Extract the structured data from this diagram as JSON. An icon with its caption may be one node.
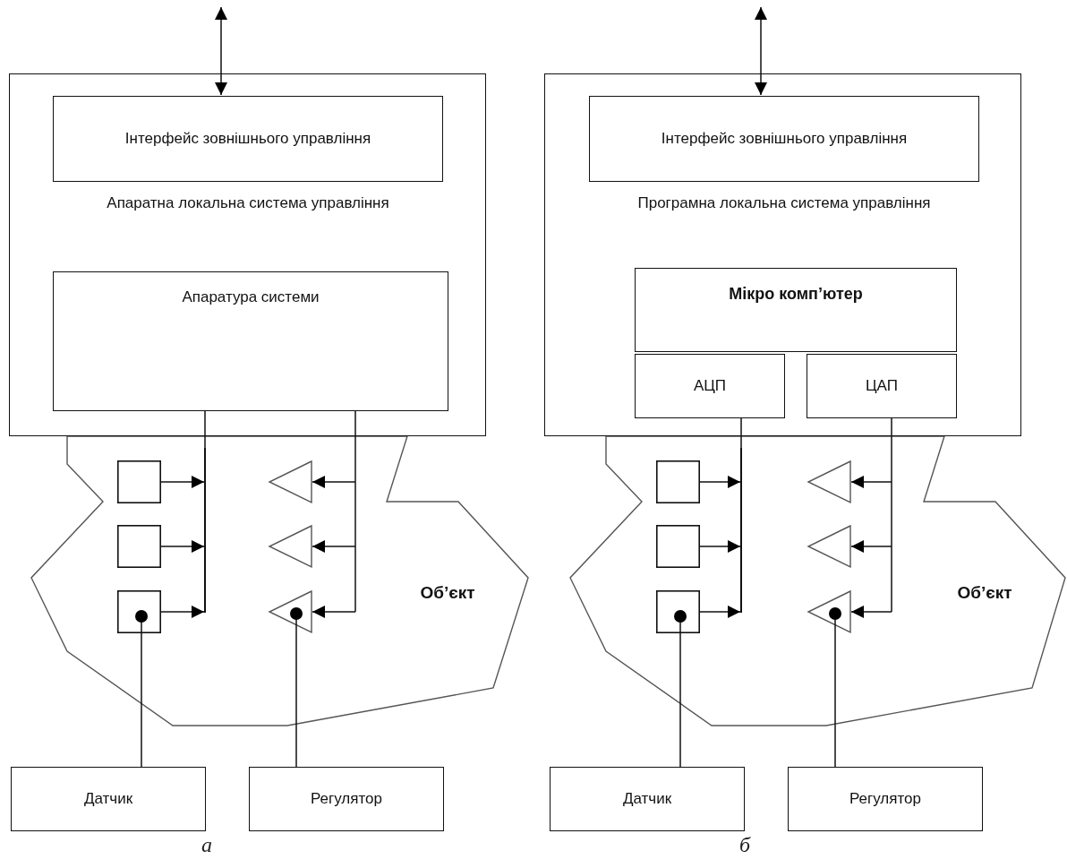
{
  "diagram": {
    "nodes": [
      {
        "text": [
          "Апаратна локальна система управління"
        ]
      },
      {
        "text": [
          "Інтерфейс зовнішнього управління"
        ],
        "in": 0
      },
      {
        "text": [
          "Апаратура системи"
        ],
        "in": 0
      },
      {
        "text": [
          "Об’єкт"
        ]
      },
      {
        "text": [],
        "shape": "box",
        "in": 3
      },
      {
        "text": [],
        "shape": "box",
        "in": 3
      },
      {
        "text": [],
        "shape": "box",
        "in": 3
      },
      {
        "text": [],
        "shape": "triangle",
        "in": 3
      },
      {
        "text": [],
        "shape": "triangle",
        "in": 3
      },
      {
        "text": [],
        "shape": "triangle",
        "in": 3
      },
      {
        "text": [
          "Датчик"
        ]
      },
      {
        "text": [
          "Регулятор"
        ]
      },
      {
        "text": [
          "Програмна локальна система управління"
        ]
      },
      {
        "text": [
          "Інтерфейс зовнішнього управління"
        ],
        "in": 12
      },
      {
        "text": [
          "Мікро комп’ютер"
        ],
        "in": 12
      },
      {
        "text": [
          "АЦП"
        ],
        "in": 12
      },
      {
        "text": [
          "ЦАП"
        ],
        "in": 12
      },
      {
        "text": [
          "Об’єкт"
        ]
      },
      {
        "text": [],
        "shape": "box",
        "in": 17
      },
      {
        "text": [],
        "shape": "box",
        "in": 17
      },
      {
        "text": [],
        "shape": "box",
        "in": 17
      },
      {
        "text": [],
        "shape": "triangle",
        "in": 17
      },
      {
        "text": [],
        "shape": "triangle",
        "in": 17
      },
      {
        "text": [],
        "shape": "triangle",
        "in": 17
      },
      {
        "text": [
          "Датчик"
        ]
      },
      {
        "text": [
          "Регулятор"
        ]
      },
      {
        "text": [],
        "shape": "bar",
        "in": 3
      },
      {
        "text": [],
        "shape": "bar",
        "in": 17
      }
    ],
    "edges": [
      {
        "from": null,
        "to": 1,
        "arrow": "both"
      },
      {
        "from": 4,
        "to": 26,
        "arrow": "to"
      },
      {
        "from": 5,
        "to": 26,
        "arrow": "to"
      },
      {
        "from": 6,
        "to": 26,
        "arrow": "to"
      },
      {
        "from": 2,
        "to": 7,
        "arrow": "to"
      },
      {
        "from": 2,
        "to": 8,
        "arrow": "to"
      },
      {
        "from": 2,
        "to": 9,
        "arrow": "to"
      },
      {
        "from": 10,
        "to": 6,
        "arrow": "other"
      },
      {
        "from": 11,
        "to": 9,
        "arrow": "other"
      },
      {
        "from": null,
        "to": 13,
        "arrow": "both"
      },
      {
        "from": 18,
        "to": 27,
        "arrow": "to"
      },
      {
        "from": 19,
        "to": 27,
        "arrow": "to"
      },
      {
        "from": 20,
        "to": 27,
        "arrow": "to"
      },
      {
        "from": 16,
        "to": 21,
        "arrow": "to"
      },
      {
        "from": 16,
        "to": 22,
        "arrow": "to"
      },
      {
        "from": 16,
        "to": 23,
        "arrow": "to"
      },
      {
        "from": 24,
        "to": 20,
        "arrow": "other"
      },
      {
        "from": 25,
        "to": 23,
        "arrow": "other"
      },
      {
        "from": 26,
        "to": 2,
        "arrow": "none"
      },
      {
        "from": 27,
        "to": 15,
        "arrow": "none"
      }
    ],
    "labels": [
      "а",
      "б"
    ]
  }
}
